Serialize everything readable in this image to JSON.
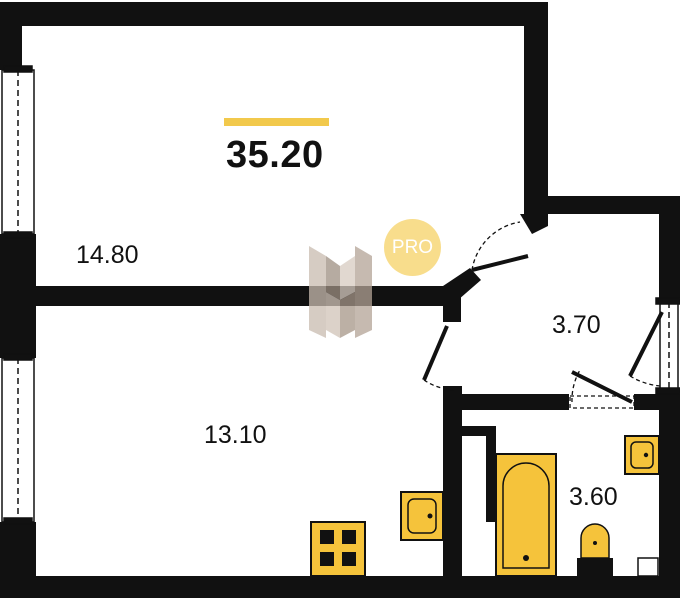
{
  "plan": {
    "total_area": "35.20",
    "badge": "PRO",
    "rooms": [
      {
        "id": "room-a",
        "area": "14.80"
      },
      {
        "id": "room-b",
        "area": "13.10"
      },
      {
        "id": "room-c",
        "area": "3.70"
      },
      {
        "id": "room-d",
        "area": "3.60"
      }
    ]
  },
  "colors": {
    "wall": "#111111",
    "accent": "#f2c94c",
    "badge": "#f8dd8c",
    "fixture": "#f5c33b",
    "watermark": "#b8a89a"
  },
  "icons": [
    "door-swing-icon",
    "window-icon",
    "stove-icon",
    "sink-icon",
    "bathtub-icon",
    "toilet-icon",
    "logo-mark-icon"
  ]
}
